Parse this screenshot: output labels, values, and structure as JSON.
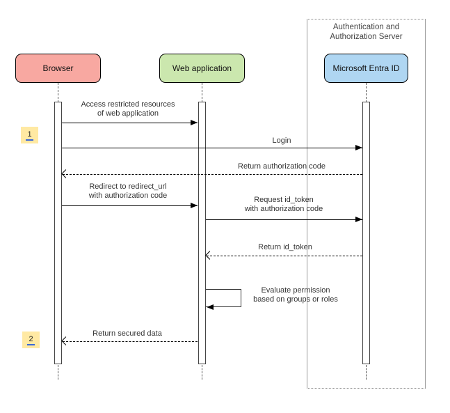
{
  "diagram": {
    "frame": {
      "title": "Authentication and\nAuthorization Server"
    },
    "actors": [
      {
        "label": "Browser",
        "fill": "#f8a8a1"
      },
      {
        "label": "Web application",
        "fill": "#cbe7ae"
      },
      {
        "label": "Microsoft Entra ID",
        "fill": "#afd6f2"
      }
    ],
    "steps": [
      {
        "number": "1"
      },
      {
        "number": "2"
      }
    ],
    "messages": [
      {
        "from": "Browser",
        "to": "Web application",
        "line": "solid",
        "label": "Access restricted resources\nof web application"
      },
      {
        "from": "Browser",
        "to": "Microsoft Entra ID",
        "line": "solid",
        "label": "Login"
      },
      {
        "from": "Microsoft Entra ID",
        "to": "Browser",
        "line": "dashed",
        "label": "Return authorization code"
      },
      {
        "from": "Browser",
        "to": "Web application",
        "line": "solid",
        "label": "Redirect to redirect_url\nwith authorization code"
      },
      {
        "from": "Web application",
        "to": "Microsoft Entra ID",
        "line": "solid",
        "label": "Request id_token\nwith authorization code"
      },
      {
        "from": "Microsoft Entra ID",
        "to": "Web application",
        "line": "dashed",
        "label": "Return id_token"
      },
      {
        "from": "Web application",
        "to": "Web application",
        "line": "self",
        "label": "Evaluate permission\nbased on groups or roles"
      },
      {
        "from": "Web application",
        "to": "Browser",
        "line": "dashed",
        "label": "Return secured data"
      }
    ],
    "colors": {
      "browser_fill": "#f8a8a1",
      "webapp_fill": "#cbe7ae",
      "entra_fill": "#afd6f2",
      "badge_fill": "#ffe9a3",
      "badge_link_underline": "#3a67d9"
    }
  }
}
